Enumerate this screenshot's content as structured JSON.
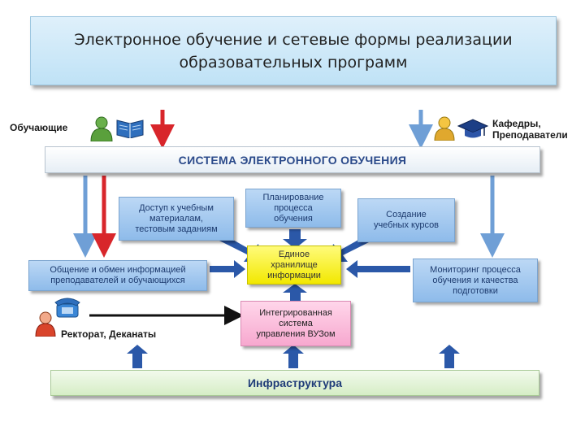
{
  "title": {
    "line1": "Электронное обучение и сетевые формы реализации",
    "line2": "образовательных программ"
  },
  "labels": {
    "learners": "Обучающие",
    "departments_line1": "Кафедры,",
    "departments_line2": "Преподаватели",
    "rectorate": "Ректорат, Деканаты"
  },
  "system": "СИСТЕМА ЭЛЕКТРОННОГО ОБУЧЕНИЯ",
  "boxes": {
    "access": [
      "Доступ к учебным",
      "материалам,",
      "тестовым заданиям"
    ],
    "planning": [
      "Планирование",
      "процесса",
      "обучения"
    ],
    "courses": [
      "Создание",
      "учебных курсов"
    ],
    "communication": [
      "Общение и обмен информацией",
      "преподавателей и обучающихся"
    ],
    "repository": [
      "Единое",
      "хранилище",
      "информации"
    ],
    "monitoring": [
      "Мониторинг процесса",
      "обучения и качества",
      "подготовки"
    ],
    "integrated": [
      "Интегрированная",
      "система",
      "управления ВУЗом"
    ]
  },
  "infrastructure": "Инфраструктура",
  "icons": [
    "person-green-icon",
    "book-icon",
    "person-yellow-icon",
    "graduation-cap-icon",
    "person-red-icon",
    "telephone-icon"
  ],
  "colors": {
    "red_arrow": "#d8262b",
    "blue_arrow": "#6f9fd6",
    "dark_blue_arrow": "#2b58a8",
    "black_arrow": "#111111"
  }
}
